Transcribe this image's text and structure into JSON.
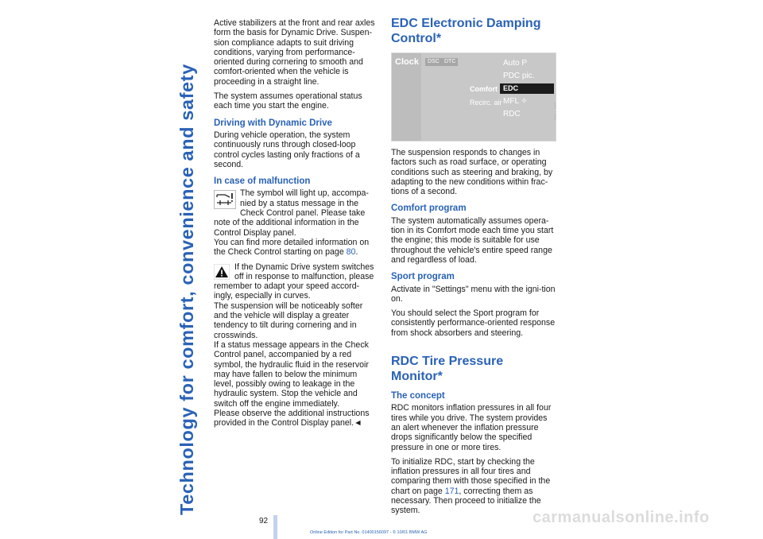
{
  "sidebar": {
    "title": "Technology for comfort, convenience and safety"
  },
  "left": {
    "p1": "Active stabilizers at the front and rear axles form the basis for Dynamic Drive. Suspen-sion compliance adapts to suit driving conditions, varying from performance-oriented during cornering to smooth and comfort-oriented when the vehicle is proceeding in a straight line.",
    "p2": "The system assumes operational status each time you start the engine.",
    "h_driving": "Driving with Dynamic Drive",
    "p3": "During vehicle operation, the system continuously runs through closed-loop control cycles lasting only fractions of a second.",
    "h_malfunction": "In case of malfunction",
    "p4": "The symbol will light up, accompa-nied by a status message in the Check Control panel. Please take note of the additional information in the Control Display panel.",
    "p5a": "You can find more detailed information on the Check Control starting on page ",
    "p5_link": "80",
    "p5b": ".",
    "p6": "If the Dynamic Drive system switches off in response to malfunction, please remember to adapt your speed accord-ingly, especially in curves.",
    "p7": "The suspension will be noticeably softer and the vehicle will display a greater tendency to tilt during cornering and in crosswinds.",
    "p8": "If a status message appears in the Check Control panel, accompanied by a red symbol, the hydraulic fluid in the reservoir may have fallen to below the minimum level, possibly owing to leakage in the hydraulic system. Stop the vehicle and switch off the engine immediately.",
    "p9": "Please observe the additional instructions provided in the Control Display panel.◄"
  },
  "right": {
    "h_edc": "EDC Electronic Damping Control*",
    "screen": {
      "clock": "Clock",
      "tab1": "DSC",
      "tab2": "DTC",
      "items": [
        "Auto P",
        "PDC pic.",
        "EDC",
        "MFL ✧",
        "RDC"
      ],
      "comfort": "Comfort",
      "recirc": "Recirc. air",
      "ref": "360de033"
    },
    "p1": "The suspension responds to changes in factors such as road surface, or operating conditions such as steering and braking, by adapting to the new conditions within frac-tions of a second.",
    "h_comfort": "Comfort program",
    "p2": "The system automatically assumes opera-tion in its Comfort mode each time you start the engine; this mode is suitable for use throughout the vehicle's entire speed range and regardless of load.",
    "h_sport": "Sport program",
    "p3": "Activate in \"Settings\" menu with the igni-tion on.",
    "p4": "You should select the Sport program for consistently performance-oriented response from shock absorbers and steering.",
    "h_rdc": "RDC Tire Pressure Monitor*",
    "h_concept": "The concept",
    "p5": "RDC monitors inflation pressures in all four tires while you drive. The system provides an alert whenever the inflation pressure drops significantly below the specified pressure in one or more tires.",
    "p6a": "To initialize RDC, start by checking the inflation pressures in all four tires and comparing them with those specified in the chart on page ",
    "p6_link": "171",
    "p6b": ", correcting them as necessary. Then proceed to initialize the system."
  },
  "page_number": "92",
  "footer": "Online Edition for Part No. 01400156097 - © 10/01 BMW AG",
  "watermark": "carmanualsonline.info"
}
